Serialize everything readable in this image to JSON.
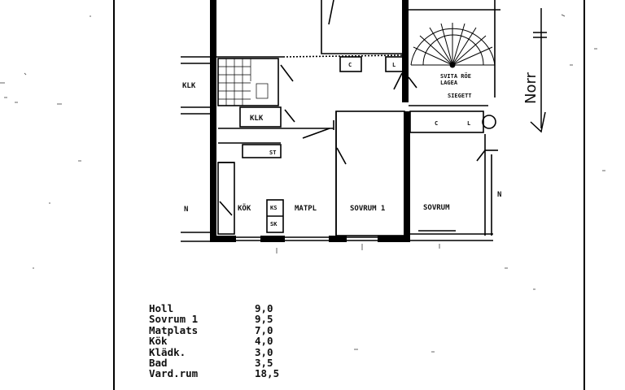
{
  "plan_labels": {
    "klk_left": "KLK",
    "klk": "KLK",
    "st": "ST",
    "kok": "KÖK",
    "ks": "KS",
    "sk": "SK",
    "matpl": "MATPL",
    "sovrum1": "SOVRUM 1",
    "sovrum": "SOVRUM",
    "n_left": "N",
    "n_right": "N",
    "l_top": "L",
    "l_stair": "L",
    "c1": "C",
    "c2": "C",
    "stair_note1": "SVITA RÖE",
    "stair_note2": "LAGEA",
    "stair_note3": "SIEGETT"
  },
  "north_label": "Norr",
  "areas": [
    {
      "name": "Holl",
      "value": "9,0"
    },
    {
      "name": "Sovrum 1",
      "value": "9,5"
    },
    {
      "name": "Matplats",
      "value": "7,0"
    },
    {
      "name": "Kök",
      "value": "4,0"
    },
    {
      "name": "Klädk.",
      "value": "3,0"
    },
    {
      "name": "Bad",
      "value": "3,5"
    },
    {
      "name": "Vard.rum",
      "value": "18,5"
    }
  ]
}
